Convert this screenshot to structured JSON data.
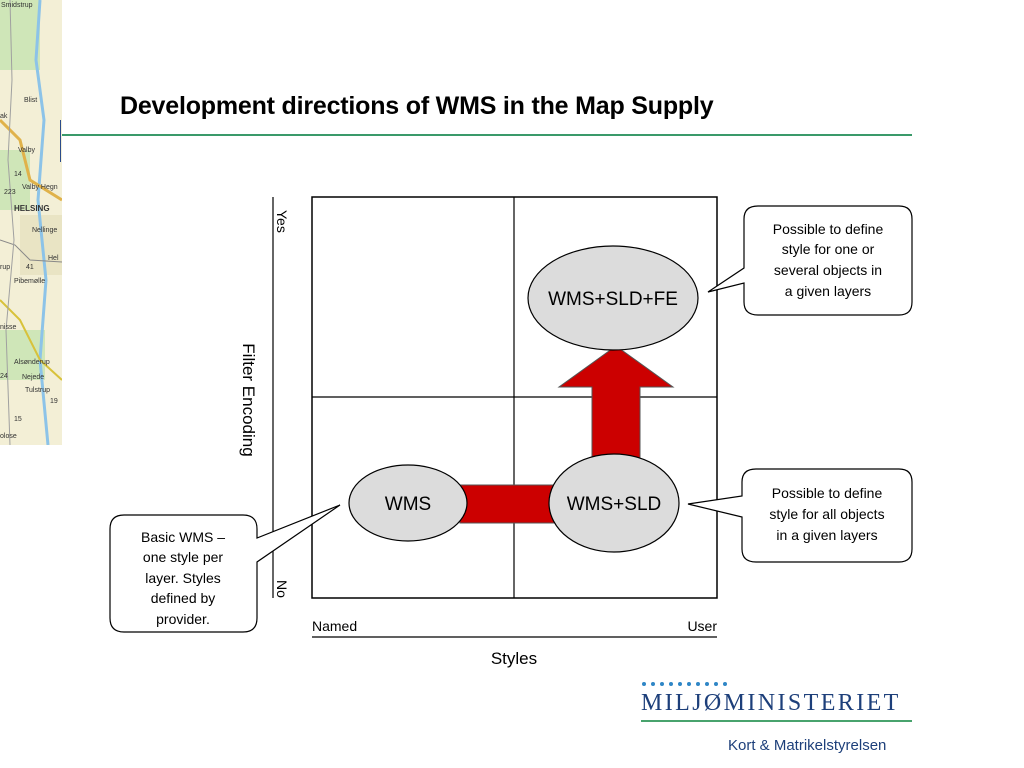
{
  "title": "Development directions of WMS in the Map Supply",
  "map_labels": [
    "Smidstrup",
    "Blist",
    "Valby",
    "Valby Hegn",
    "HELSING",
    "Nellinge",
    "Hel",
    "Pibemølle",
    "Alsønderup",
    "Nejede",
    "Tulstrup",
    "223",
    "14",
    "41",
    "24",
    "19",
    "15",
    "ak",
    "rup",
    "nisse",
    "olose"
  ],
  "diagram": {
    "y_axis": {
      "label": "Filter Encoding",
      "top": "Yes",
      "bottom": "No"
    },
    "x_axis": {
      "label": "Styles",
      "left": "Named",
      "right": "User"
    },
    "nodes": {
      "wms": "WMS",
      "wms_sld": "WMS+SLD",
      "wms_sld_fe": "WMS+SLD+FE"
    },
    "callouts": {
      "basic": [
        "Basic WMS –",
        "one style per",
        "layer. Styles",
        "defined by",
        "provider."
      ],
      "sld": [
        "Possible to define",
        "style for all objects",
        "in a given layers"
      ],
      "fe": [
        "Possible to define",
        "style for one or",
        "several objects in",
        "a given layers"
      ]
    },
    "colors": {
      "arrow": "#cc0000",
      "ellipse_fill": "#dcdcdc"
    }
  },
  "logo": {
    "name": "MILJØMINISTERIET",
    "agency": "Kort & Matrikelstyrelsen"
  },
  "colors": {
    "title_rule": "#3a9a6a",
    "logo_text": "#1d3f7a",
    "logo_rule": "#48a36d",
    "logo_dots": "#2f86c6"
  }
}
